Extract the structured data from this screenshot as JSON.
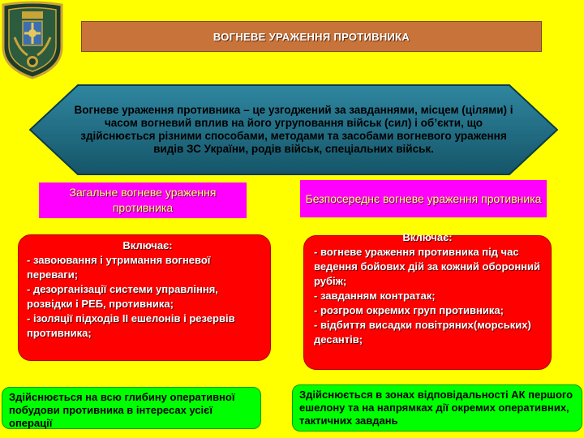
{
  "title": "ВОГНЕВЕ УРАЖЕННЯ ПРОТИВНИКА",
  "definition": "Вогневе ураження противника – це узгоджений за завданнями, місцем (цілями) і часом вогневий вплив на його угруповання військ (сил) і об’єкти, що здійснюється різними способами, методами та засобами вогневого ураження видів ЗС України, родів військ, спеціальних військ.",
  "left": {
    "header": "Загальне вогневе ураження противника",
    "includes_title": "Включає:",
    "items": [
      "- завоювання і утримання вогневої переваги;",
      "- дезорганізації системи управління, розвідки і РЕБ, противника;",
      "- ізоляції підходів ІІ ешелонів і резервів противника;"
    ],
    "footer": "Здійснюється на всю глибину оперативної побудови противника в інтересах усієї операції"
  },
  "right": {
    "header": "Безпосереднє вогневе ураження противника",
    "includes_title": "Включає:",
    "items": [
      "- вогневе ураження противника під час ведення бойових дій за кожний оборонний рубіж;",
      "- завданням контратак;",
      "- розгром окремих груп противника;",
      "- відбиття висадки повітряних(морських) десантів;"
    ],
    "footer": "Здійснюється в зонах відповідальності АК першого ешелону та на напрямках дії окремих оперативних, тактичних завдань"
  },
  "colors": {
    "background": "#ffff00",
    "title_bar": "#c8733a",
    "definition_fill": "#1f6f86",
    "header_fill": "#ff00ff",
    "box_fill": "#ff0000",
    "footer_fill": "#00ff00"
  },
  "icons": {
    "emblem": "military-shield-emblem"
  }
}
